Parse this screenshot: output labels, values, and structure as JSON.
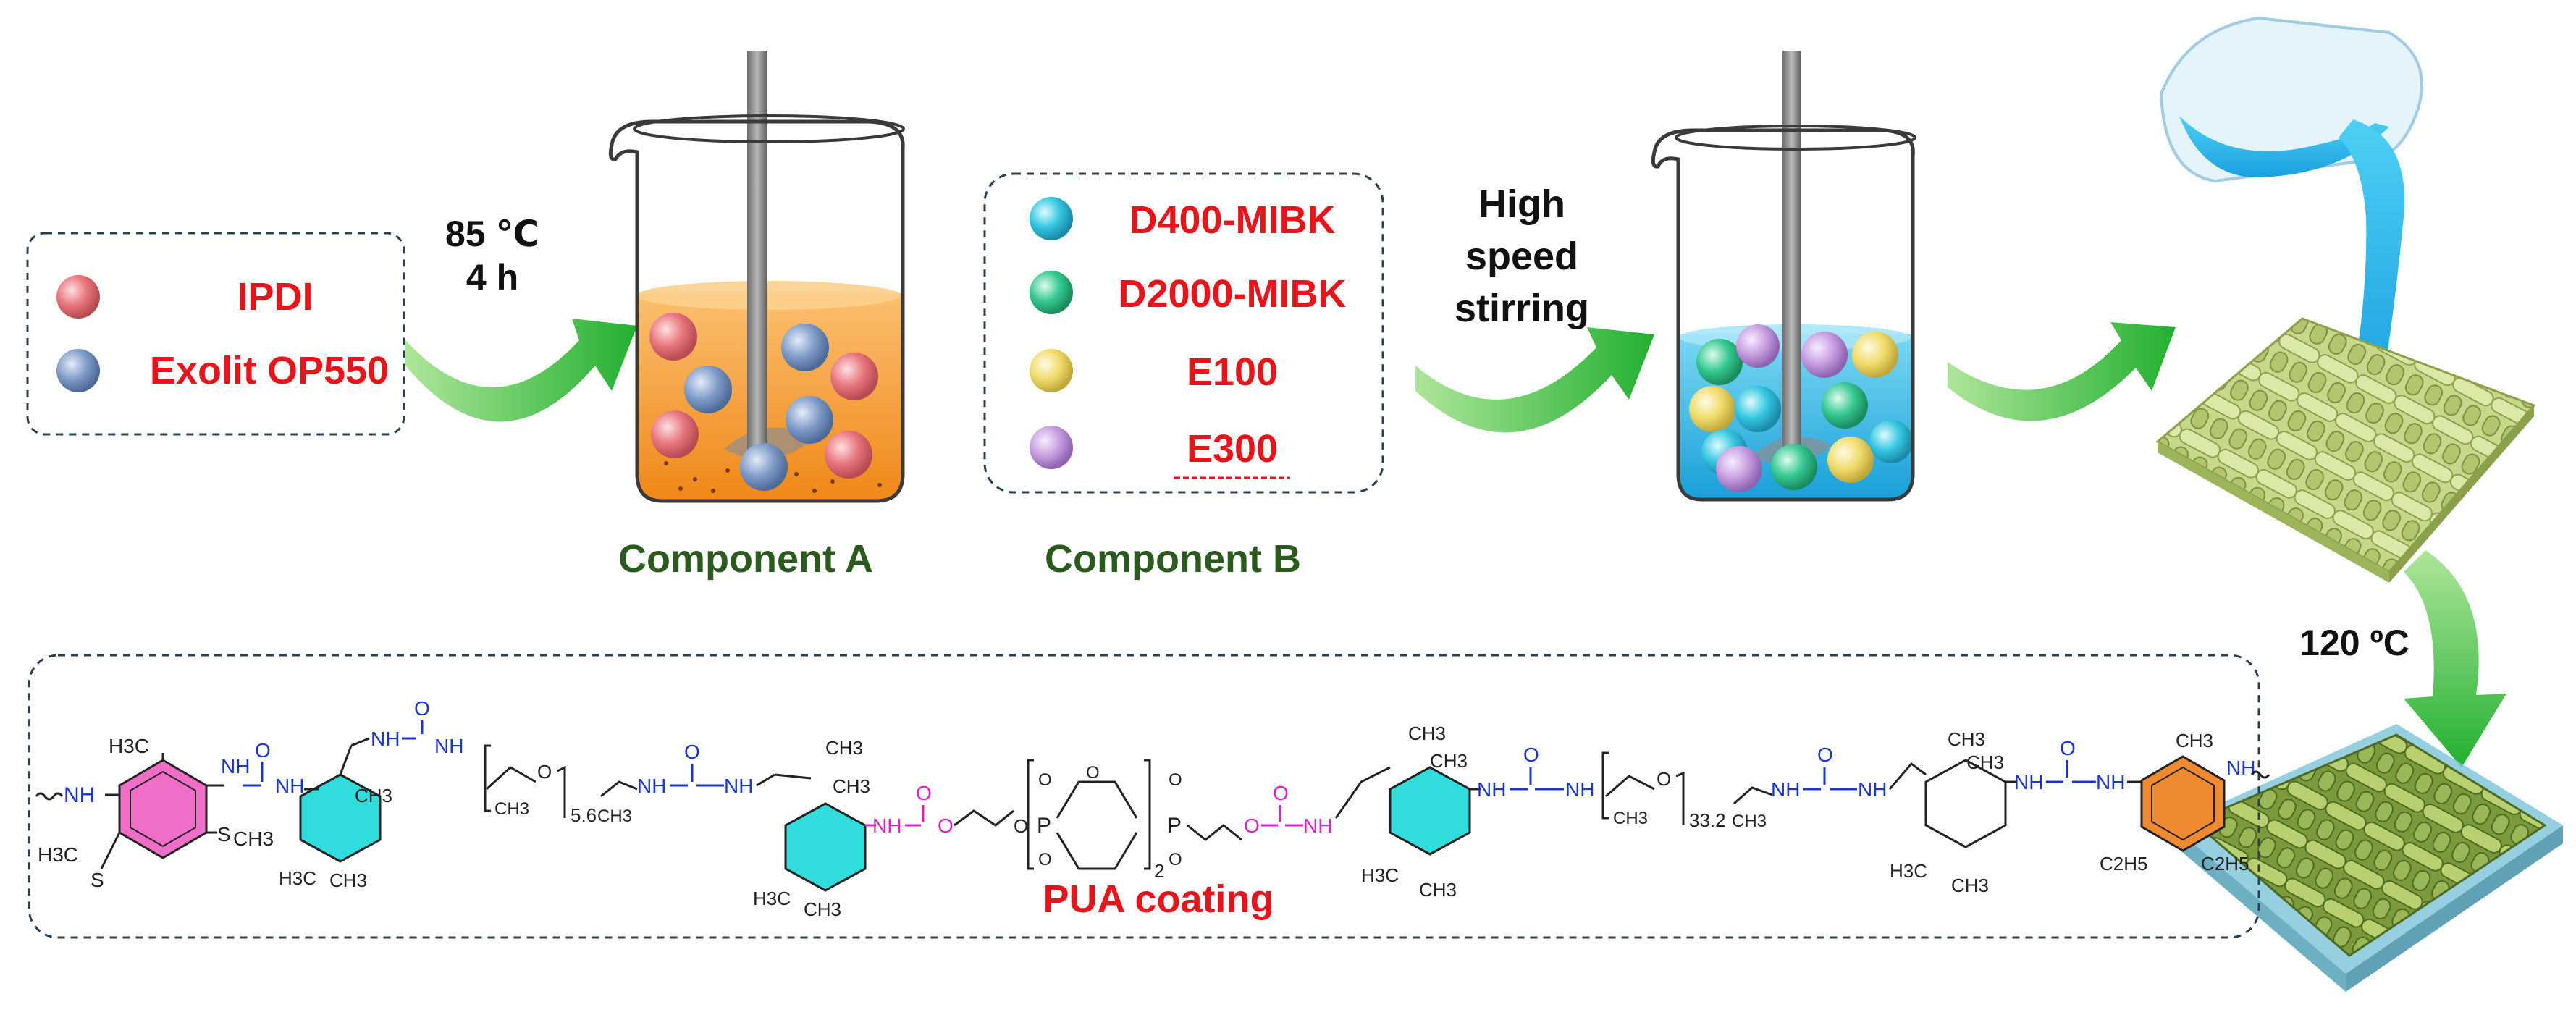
{
  "legend_a": {
    "items": [
      {
        "label": "IPDI",
        "color": "#e8747c"
      },
      {
        "label": "Exolit OP550",
        "color": "#7f9cc8"
      }
    ]
  },
  "step1": {
    "temp": "85 ℃",
    "time": "4 h"
  },
  "component_a_label": "Component A",
  "legend_b": {
    "items": [
      {
        "label": "D400-MIBK",
        "color": "#34c6e0"
      },
      {
        "label": "D2000-MIBK",
        "color": "#34c890"
      },
      {
        "label": "E100",
        "color": "#f0dc6c"
      },
      {
        "label": "E300",
        "color": "#c69ee0"
      }
    ]
  },
  "component_b_label": "Component B",
  "step2": {
    "line1": "High",
    "line2": "speed",
    "line3": "stirring"
  },
  "step3": {
    "temp": "120 ºC"
  },
  "coating_label": "PUA coating",
  "structure": {
    "nh": "NH",
    "o": "O",
    "h3c": "H3C",
    "ch3": "CH3",
    "s": "S",
    "h3c_s": "H3C",
    "s_ch3": "CH3",
    "sub56": "5.6",
    "sub33": "33.2",
    "sub2": "2",
    "p": "P",
    "c2h5": "C2H5"
  },
  "colors": {
    "label_red": "#e8141c",
    "label_green": "#2a5a1e",
    "arrow_green": "#3cb43c",
    "beaker_orange": "#f39a30",
    "beaker_blue": "#2ab4e4",
    "chem_blue": "#1a36c8",
    "chem_magenta": "#e020c8",
    "ring_pink": "#f06ec8",
    "ring_cyan": "#30dcdc",
    "ring_orange": "#f08a30"
  }
}
